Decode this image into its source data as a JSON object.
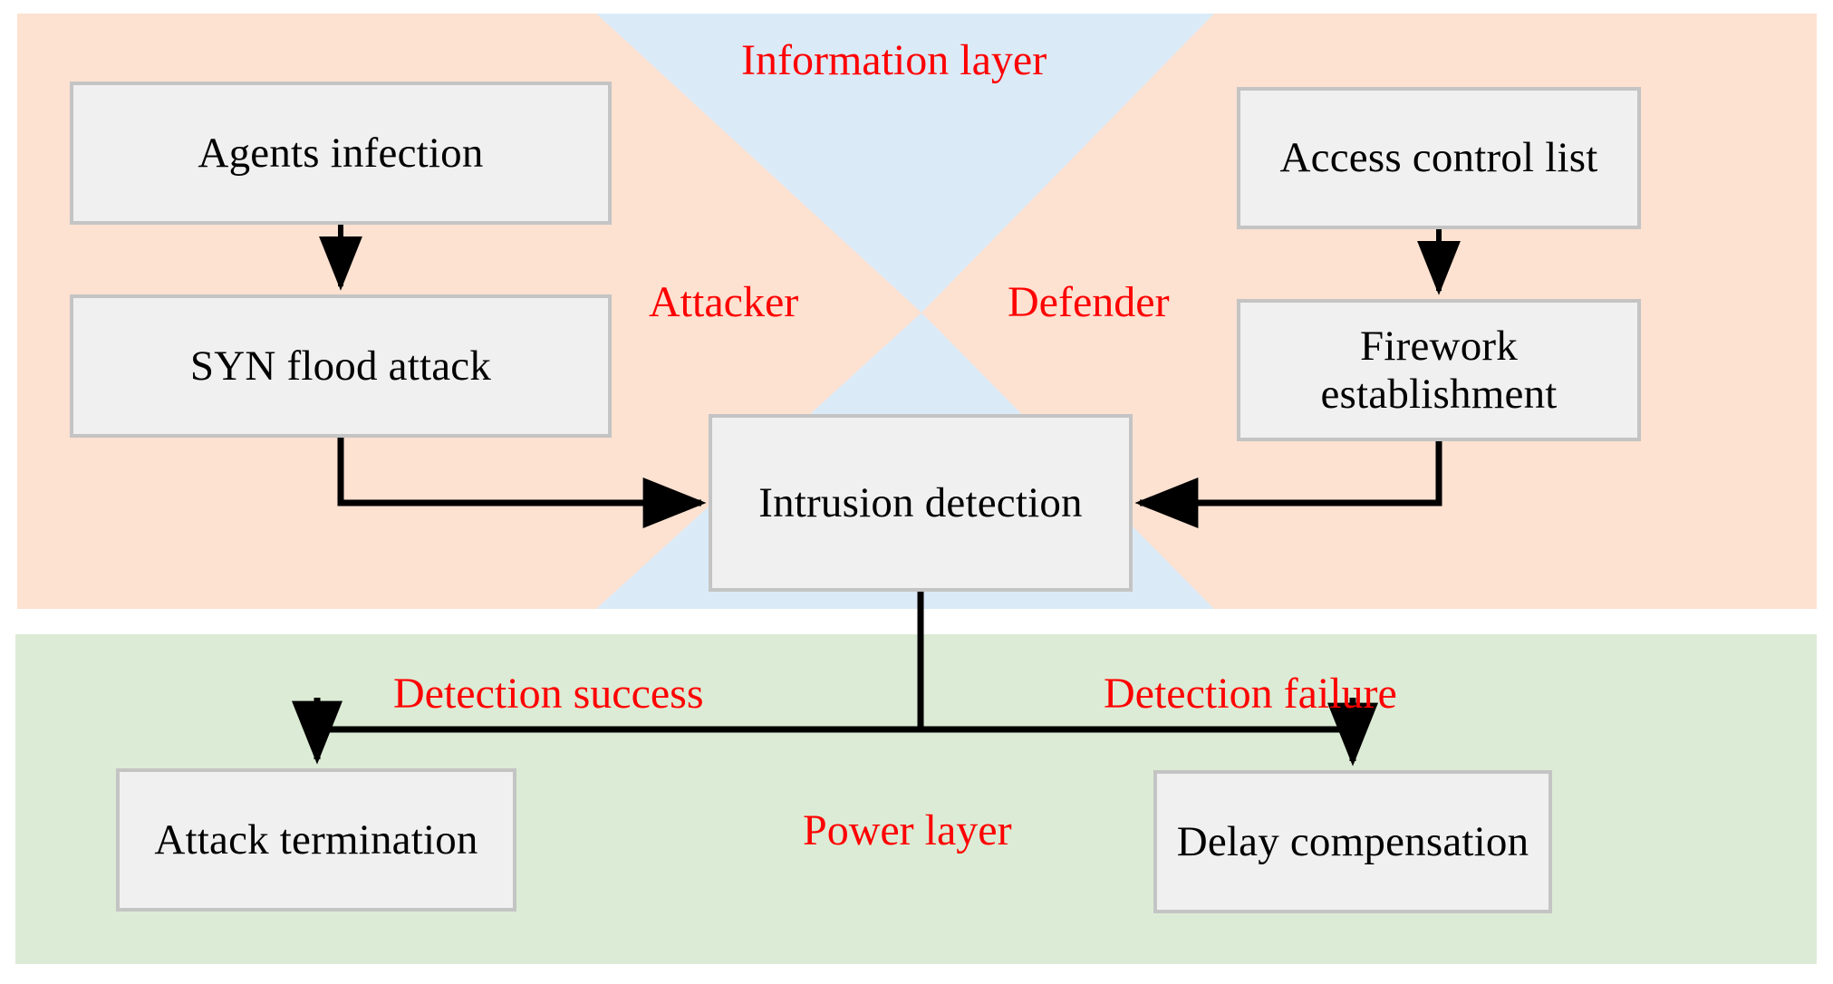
{
  "diagram": {
    "title_labels": {
      "information_layer": "Information layer",
      "power_layer": "Power layer",
      "attacker": "Attacker",
      "defender": "Defender"
    },
    "edge_labels": {
      "detection_success": "Detection success",
      "detection_failure": "Detection failure"
    },
    "nodes": {
      "agents_infection": "Agents infection",
      "syn_flood_attack": "SYN flood attack",
      "access_control_list": "Access control list",
      "firework_establishment": "Firework\nestablishment",
      "firework_establishment_line1": "Firework",
      "firework_establishment_line2": "establishment",
      "intrusion_detection": "Intrusion detection",
      "attack_termination": "Attack termination",
      "delay_compensation": "Delay compensation"
    },
    "colors": {
      "information_layer_bg": "#fde1d1",
      "bowtie_bg": "#dbeaf7",
      "power_layer_bg": "#dcebd5",
      "node_fill": "#f0f0f0",
      "node_border": "#c4c4c4",
      "label_red": "#ff0000",
      "connector": "#000000"
    },
    "connections": [
      {
        "from": "agents_infection",
        "to": "syn_flood_attack",
        "label": ""
      },
      {
        "from": "syn_flood_attack",
        "to": "intrusion_detection",
        "label": ""
      },
      {
        "from": "access_control_list",
        "to": "firework_establishment",
        "label": ""
      },
      {
        "from": "firework_establishment",
        "to": "intrusion_detection",
        "label": ""
      },
      {
        "from": "intrusion_detection",
        "to": "attack_termination",
        "label": "Detection success"
      },
      {
        "from": "intrusion_detection",
        "to": "delay_compensation",
        "label": "Detection failure"
      }
    ]
  }
}
